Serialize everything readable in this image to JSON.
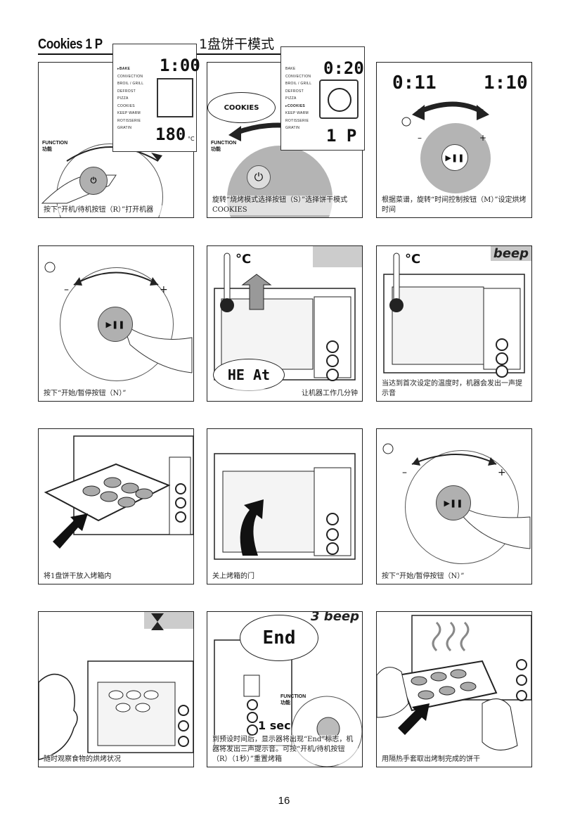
{
  "header": {
    "title_en": "Cookies 1 P",
    "title_cn": "1盘饼干模式"
  },
  "menu_items": [
    "BAKE",
    "CONVECTION",
    "BROIL / GRILL",
    "DEFROST",
    "PIZZA",
    "COOKIES",
    "KEEP WARM",
    "ROTISSERIE",
    "GRATIN"
  ],
  "function_label": {
    "en": "FUNCTION",
    "cn": "功能"
  },
  "panel1": {
    "time": "1:00",
    "temp": "180",
    "unit": "°C",
    "selected": "BAKE",
    "caption": "按下“开机/待机按钮（R）”打开机器"
  },
  "panel2": {
    "time": "0:20",
    "program": "1 P",
    "bubble": "COOKIES",
    "selected": "COOKIES",
    "caption": "旋转“烧烤模式选择按钮（S）”选择饼干模式COOKIES"
  },
  "panel3": {
    "time_left": "0:11",
    "time_right": "1:10",
    "minus": "–",
    "plus": "+",
    "caption": "根据菜谱，旋转“时间控制按钮（M）”设定烘烤时间"
  },
  "panel4": {
    "minus": "–",
    "plus": "+",
    "caption": "按下“开始/暂停按钮（N）”"
  },
  "panel5": {
    "unit": "°C",
    "display": "HE At",
    "caption": "让机器工作几分钟"
  },
  "panel6": {
    "unit": "°C",
    "beep": "beep",
    "caption": "当达到首次设定的温度时，机器会发出一声提示音"
  },
  "panel7": {
    "caption": "将1盘饼干放入烤箱内"
  },
  "panel8": {
    "caption": "关上烤箱的门"
  },
  "panel9": {
    "minus": "–",
    "plus": "+",
    "caption": "按下“开始/暂停按钮（N）”"
  },
  "panel10": {
    "caption": "随时观察食物的烘烤状况"
  },
  "panel11": {
    "display": "End",
    "beep": "3 beep",
    "sec": "1 sec",
    "caption": "到预设时间后，显示器将出现“End”标志，机器将发出三声提示音。可按“开机/待机按钮（R）（1秒）”重置烤箱"
  },
  "panel12": {
    "caption": "用隔热手套取出烤制完成的饼干"
  },
  "page_number": "16"
}
